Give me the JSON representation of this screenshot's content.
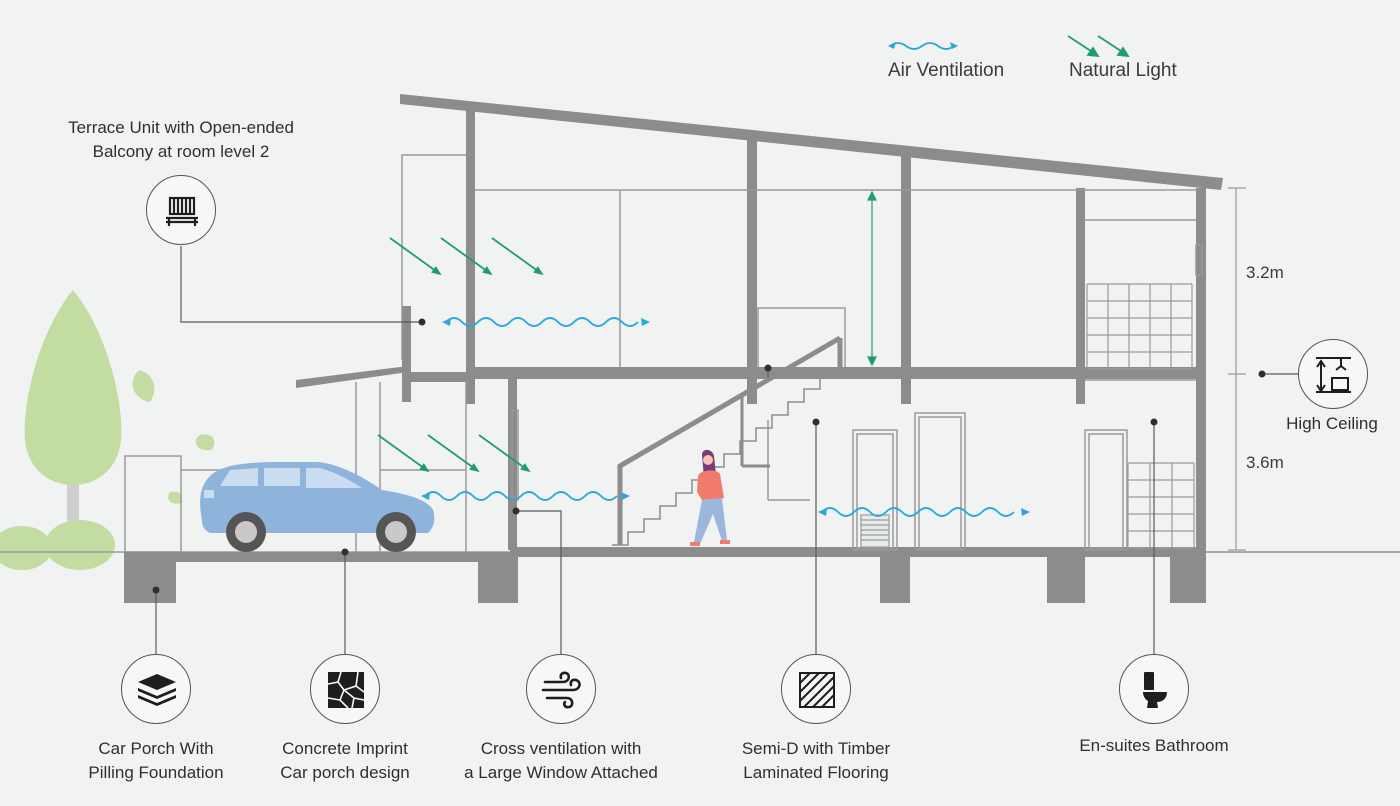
{
  "legend": {
    "air_ventilation": "Air Ventilation",
    "natural_light": "Natural Light"
  },
  "dimensions": {
    "upper_height": "3.2m",
    "lower_height": "3.6m"
  },
  "callouts": {
    "terrace": {
      "line1": "Terrace Unit with Open-ended",
      "line2": "Balcony at room level 2",
      "icon": "balcony-icon"
    },
    "high_ceiling": {
      "line1": "High Ceiling",
      "icon": "high-ceiling-icon"
    },
    "car_porch": {
      "line1": "Car Porch With",
      "line2": "Pilling Foundation",
      "icon": "layers-icon"
    },
    "concrete": {
      "line1": "Concrete Imprint",
      "line2": "Car porch design",
      "icon": "stone-pattern-icon"
    },
    "ventilation": {
      "line1": "Cross ventilation with",
      "line2": "a Large Window Attached",
      "icon": "wind-icon"
    },
    "flooring": {
      "line1": "Semi-D with Timber",
      "line2": "Laminated Flooring",
      "icon": "timber-floor-icon"
    },
    "bathroom": {
      "line1": "En-suites Bathroom",
      "icon": "toilet-icon"
    }
  },
  "colors": {
    "background": "#f0f3f2",
    "structure": "#8c8c8c",
    "air": "#2aa8d8",
    "light": "#1f9e6b",
    "car": "#8fb4dc",
    "tree": "#c3dca2",
    "person_top": "#f07a6c",
    "person_legs": "#9cb7dc",
    "person_hair": "#7a3a7c"
  }
}
